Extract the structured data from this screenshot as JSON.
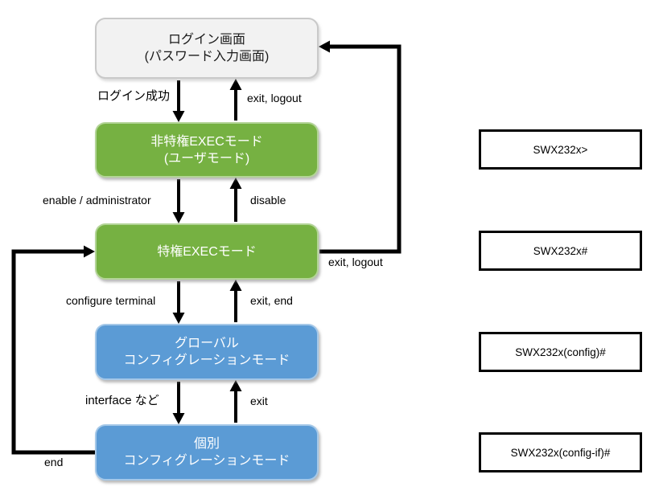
{
  "colors": {
    "exec-green": "#76b142",
    "config-blue": "#5b9bd5",
    "login-gray": "#f2f2f2",
    "arrow-black": "#000000"
  },
  "nodes": {
    "login": {
      "line1": "ログイン画面",
      "line2": "(パスワード入力画面)"
    },
    "user_exec": {
      "line1": "非特権EXECモード",
      "line2": "(ユーザモード)"
    },
    "priv_exec": {
      "line1": "特権EXECモード"
    },
    "global_config": {
      "line1": "グローバル",
      "line2": "コンフィグレーションモード"
    },
    "if_config": {
      "line1": "個別",
      "line2": "コンフィグレーションモード"
    }
  },
  "edges": {
    "login_success": "ログイン成功",
    "exit_logout_top": "exit, logout",
    "enable_administrator": "enable / administrator",
    "disable": "disable",
    "exit_logout_right": "exit, logout",
    "configure_terminal": "configure terminal",
    "exit_end": "exit, end",
    "interface_etc": "interface など",
    "exit": "exit",
    "end": "end"
  },
  "prompts": {
    "user_exec": "SWX232x>",
    "priv_exec": "SWX232x#",
    "global_config": "SWX232x(config)#",
    "if_config": "SWX232x(config-if)#"
  }
}
